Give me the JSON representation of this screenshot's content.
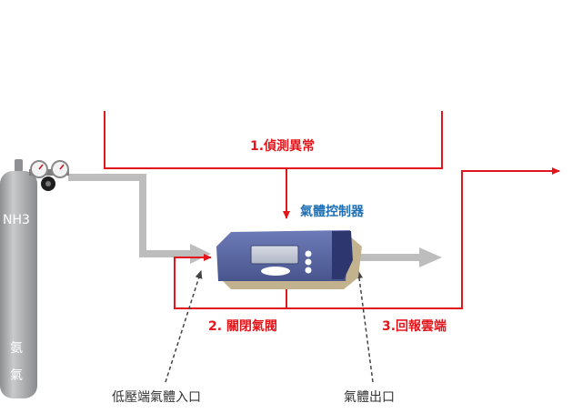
{
  "labels": {
    "cylinder_name": "NH3",
    "cylinder_char1": "氨",
    "cylinder_char2": "氣",
    "step1": "1.偵測異常",
    "step2": "2. 關閉氣閥",
    "step3": "3.回報雲端",
    "controller": "氣體控制器",
    "inlet": "低壓端氣體入口",
    "outlet": "氣體出口"
  },
  "colors": {
    "signal_line": "#e3161c",
    "controller_label": "#1f6fb5",
    "gas_pipe": "#bdbdbd",
    "controller_body": "#5b6aa3",
    "cylinder": "#a9aaac"
  },
  "icons": {
    "cylinder": "gas-cylinder-icon",
    "regulator": "pressure-regulator-icon",
    "controller": "gas-controller-device-icon"
  }
}
